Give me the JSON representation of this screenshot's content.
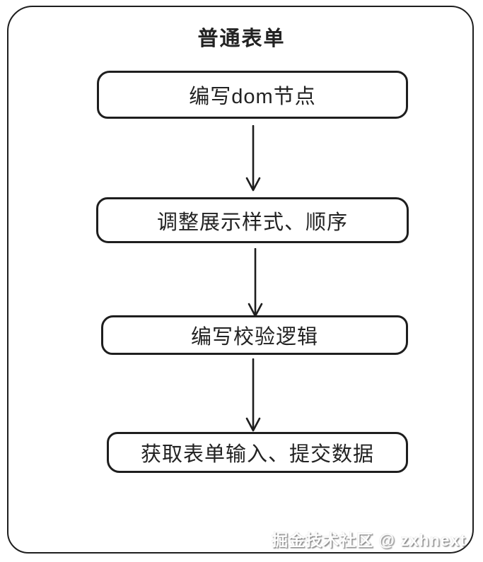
{
  "diagram": {
    "title": "普通表单",
    "nodes": [
      "编写dom节点",
      "调整展示样式、顺序",
      "编写校验逻辑",
      "获取表单输入、提交数据"
    ],
    "watermark": "掘金技术社区 @ zxhnext",
    "colors": {
      "stroke": "#1e1e1e",
      "background": "#ffffff",
      "watermark_text": "#fdfdfd"
    }
  }
}
